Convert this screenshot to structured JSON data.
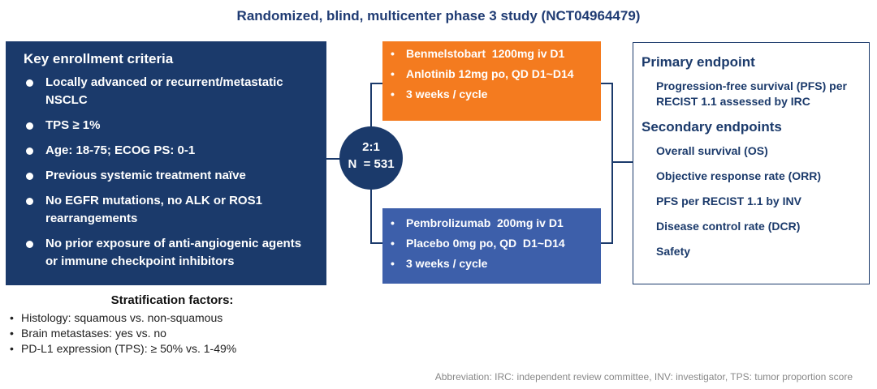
{
  "title": "Randomized, blind, multicenter phase 3 study (NCT04964479)",
  "criteria": {
    "heading": "Key enrollment criteria",
    "items": [
      "Locally advanced or recurrent/metastatic NSCLC",
      "TPS ≥ 1%",
      "Age: 18-75;  ECOG PS: 0-1",
      "Previous systemic treatment naïve",
      "No EGFR mutations, no ALK or ROS1 rearrangements",
      "No prior exposure of anti-angiogenic agents or immune checkpoint inhibitors"
    ]
  },
  "stratification": {
    "heading": "Stratification factors:",
    "items": [
      "Histology: squamous vs. non-squamous",
      "Brain metastases: yes vs. no",
      "PD-L1 expression (TPS): ≥ 50% vs. 1-49%"
    ]
  },
  "randomization": {
    "ratio": "2:1",
    "n": "N  = 531"
  },
  "arm_experimental": {
    "items": [
      "Benmelstobart  1200mg iv D1",
      "Anlotinib 12mg po, QD D1~D14",
      "3 weeks / cycle"
    ]
  },
  "arm_control": {
    "items": [
      "Pembrolizumab  200mg iv D1",
      "Placebo 0mg po, QD  D1~D14",
      "3 weeks / cycle"
    ]
  },
  "endpoints": {
    "primary_heading": "Primary endpoint",
    "primary_items": [
      "Progression-free survival (PFS) per RECIST 1.1 assessed by IRC"
    ],
    "secondary_heading": "Secondary endpoints",
    "secondary_items": [
      "Overall survival (OS)",
      "Objective response rate (ORR)",
      "PFS per RECIST 1.1 by INV",
      "Disease control rate (DCR)",
      "Safety"
    ]
  },
  "abbreviation": "Abbreviation: IRC: independent review committee, INV: investigator, TPS: tumor proportion score",
  "colors": {
    "navy": "#1b3a6b",
    "orange": "#f47b1f",
    "blue": "#3d5faa"
  }
}
